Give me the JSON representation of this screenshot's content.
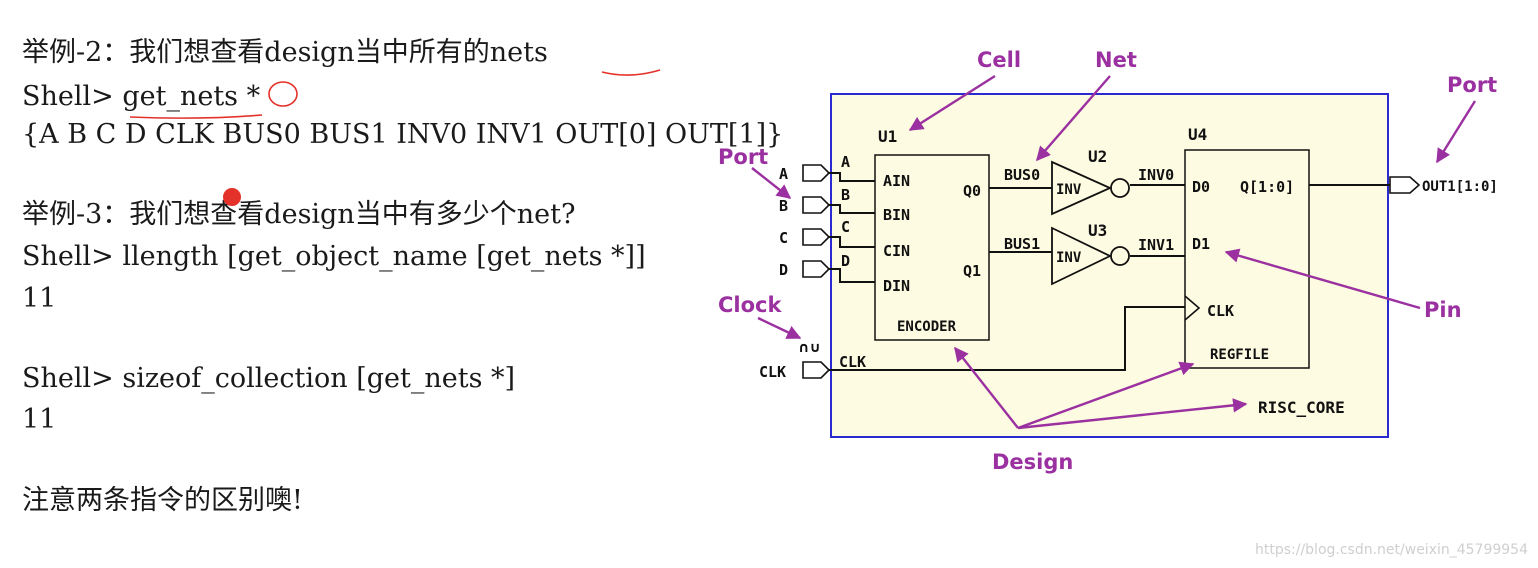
{
  "text": {
    "ex2_title": "举例-2：我们想查看design当中所有的nets",
    "ex2_cmd": "Shell> get_nets *",
    "ex2_result": "{A B C D CLK BUS0 BUS1 INV0 INV1 OUT[0] OUT[1]}",
    "ex3_title": "举例-3：我们想查看design当中有多少个net?",
    "ex3_cmd1": "Shell> llength [get_object_name [get_nets *]]",
    "ex3_res1": "11",
    "ex3_cmd2": "Shell> sizeof_collection [get_nets *]",
    "ex3_res2": "11",
    "note": "注意两条指令的区别噢!"
  },
  "diagram": {
    "callouts": {
      "cell": "Cell",
      "net": "Net",
      "port_left": "Port",
      "port_right": "Port",
      "clock": "Clock",
      "pin": "Pin",
      "design": "Design"
    },
    "ports": {
      "a": "A",
      "b": "B",
      "c": "C",
      "d": "D",
      "clk": "CLK",
      "out": "OUT1[1:0]"
    },
    "wire_labels": {
      "a": "A",
      "b": "B",
      "c": "C",
      "d": "D",
      "clk": "CLK",
      "bus0": "BUS0",
      "bus1": "BUS1",
      "inv0": "INV0",
      "inv1": "INV1"
    },
    "u1": {
      "name": "U1",
      "cell": "ENCODER",
      "pins": [
        "AIN",
        "BIN",
        "CIN",
        "DIN"
      ],
      "q0": "Q0",
      "q1": "Q1"
    },
    "u2": {
      "name": "U2",
      "cell": "INV"
    },
    "u3": {
      "name": "U3",
      "cell": "INV"
    },
    "u4": {
      "name": "U4",
      "cell": "REGFILE",
      "d0": "D0",
      "d1": "D1",
      "q": "Q[1:0]",
      "clk": "CLK"
    },
    "design_name": "RISC_CORE",
    "clock_symbol": "∩∪"
  },
  "watermark": "https://blog.csdn.net/weixin_45799954",
  "colors": {
    "callout": "#9b30a0",
    "design_fill": "#fdfbe1",
    "design_border": "#2a2ad0",
    "annotation": "#e4322a"
  }
}
